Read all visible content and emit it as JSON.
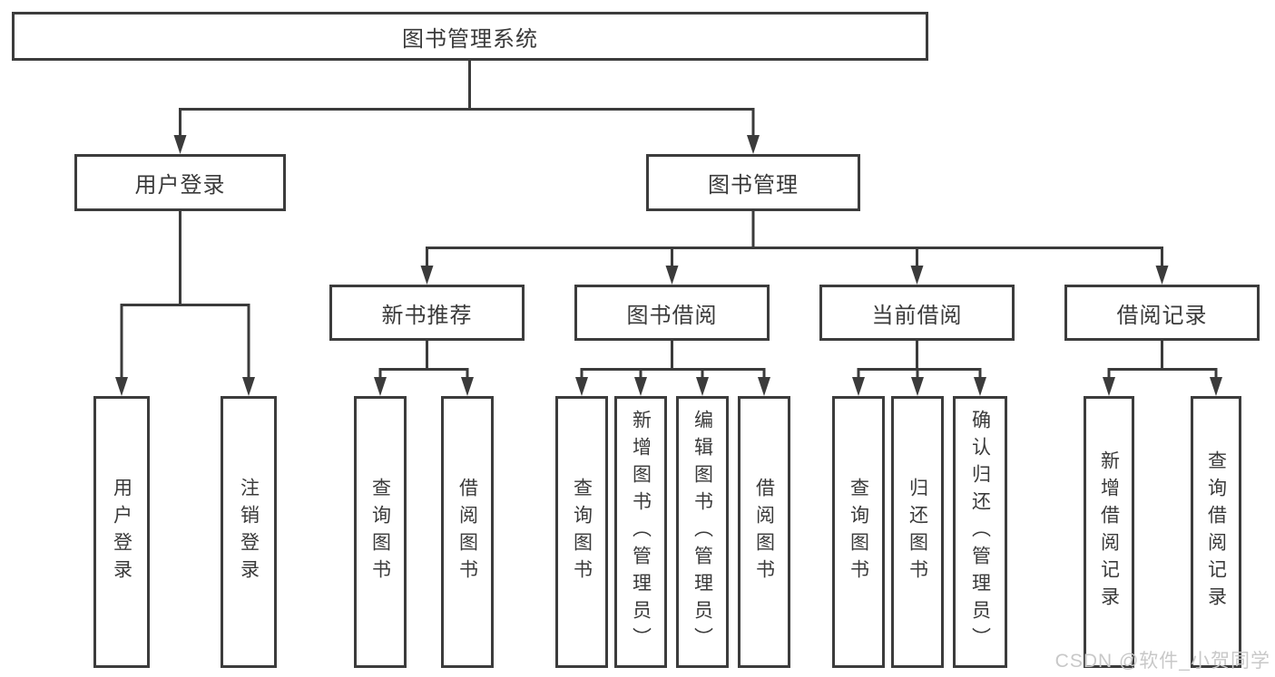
{
  "diagram": {
    "root": "图书管理系统",
    "level2": [
      "用户登录",
      "图书管理"
    ],
    "level3": [
      "新书推荐",
      "图书借阅",
      "当前借阅",
      "借阅记录"
    ],
    "leaves": {
      "userLogin": [
        "用户登录",
        "注销登录"
      ],
      "newBooks": [
        "查询图书",
        "借阅图书"
      ],
      "bookBorrow": [
        "查询图书",
        "新增图书（管理员）",
        "编辑图书（管理员）",
        "借阅图书"
      ],
      "currentBorrow": [
        "查询图书",
        "归还图书",
        "确认归还（管理员）"
      ],
      "borrowRecords": [
        "新增借阅记录",
        "查询借阅记录"
      ]
    }
  },
  "watermark": {
    "text": "CSDN @软件_小贺同学"
  },
  "colors": {
    "line": "#3b3b3b",
    "box_border": "#3c3c3c",
    "text": "#3a3a3a",
    "background": "#ffffff",
    "watermark": "#c8c8c8"
  }
}
